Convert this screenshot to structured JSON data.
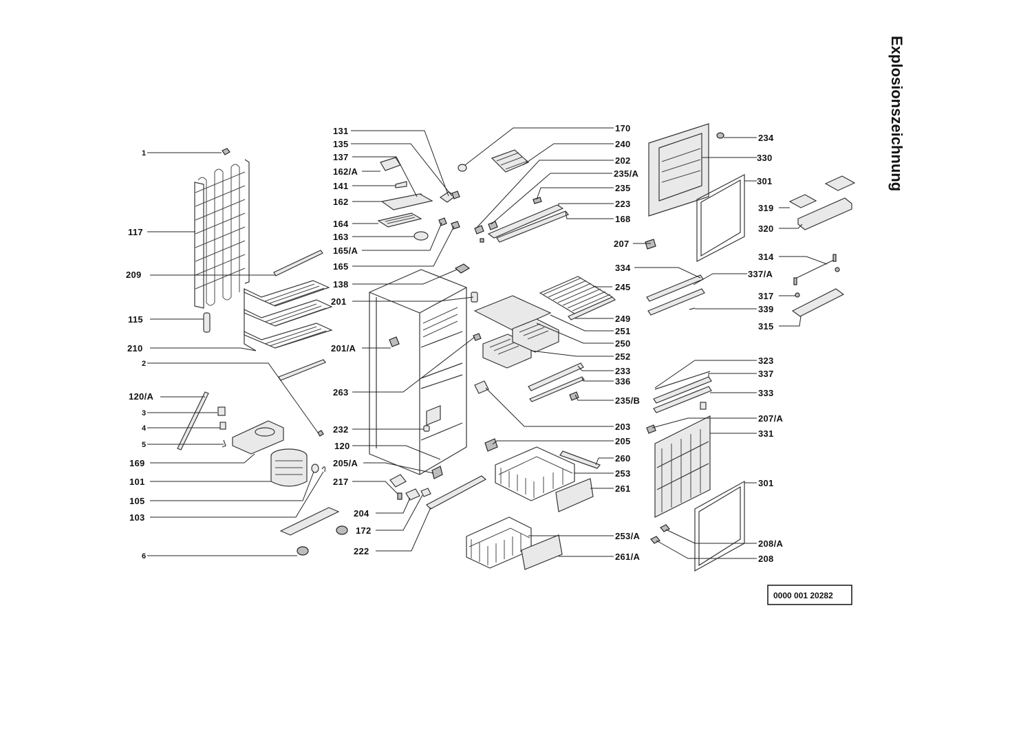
{
  "title": "Explosionszeichnung",
  "drawing_number": "0000 001 20282",
  "labels": {
    "l1": "1",
    "l117": "117",
    "l209": "209",
    "l115": "115",
    "l210": "210",
    "l2": "2",
    "l120a": "120/A",
    "l3": "3",
    "l4": "4",
    "l5": "5",
    "l169": "169",
    "l101": "101",
    "l105": "105",
    "l103": "103",
    "l6": "6",
    "l131": "131",
    "l135": "135",
    "l137": "137",
    "l162a": "162/A",
    "l141": "141",
    "l162": "162",
    "l164": "164",
    "l163": "163",
    "l165a": "165/A",
    "l165": "165",
    "l138": "138",
    "l201": "201",
    "l201a": "201/A",
    "l263": "263",
    "l232": "232",
    "l120": "120",
    "l205a": "205/A",
    "l217": "217",
    "l204": "204",
    "l172": "172",
    "l222": "222",
    "l170": "170",
    "l240": "240",
    "l202": "202",
    "l235a": "235/A",
    "l235": "235",
    "l223": "223",
    "l168": "168",
    "l207": "207",
    "l334": "334",
    "l245": "245",
    "l249": "249",
    "l251": "251",
    "l250": "250",
    "l252": "252",
    "l233": "233",
    "l336": "336",
    "l235b": "235/B",
    "l203": "203",
    "l205": "205",
    "l260": "260",
    "l253": "253",
    "l261": "261",
    "l253a": "253/A",
    "l261a": "261/A",
    "l234": "234",
    "l330": "330",
    "l301": "301",
    "l319": "319",
    "l320": "320",
    "l314": "314",
    "l337a": "337/A",
    "l317": "317",
    "l339": "339",
    "l315": "315",
    "l323": "323",
    "l337": "337",
    "l333": "333",
    "l207a": "207/A",
    "l331": "331",
    "l301b": "301",
    "l208a": "208/A",
    "l208": "208"
  }
}
